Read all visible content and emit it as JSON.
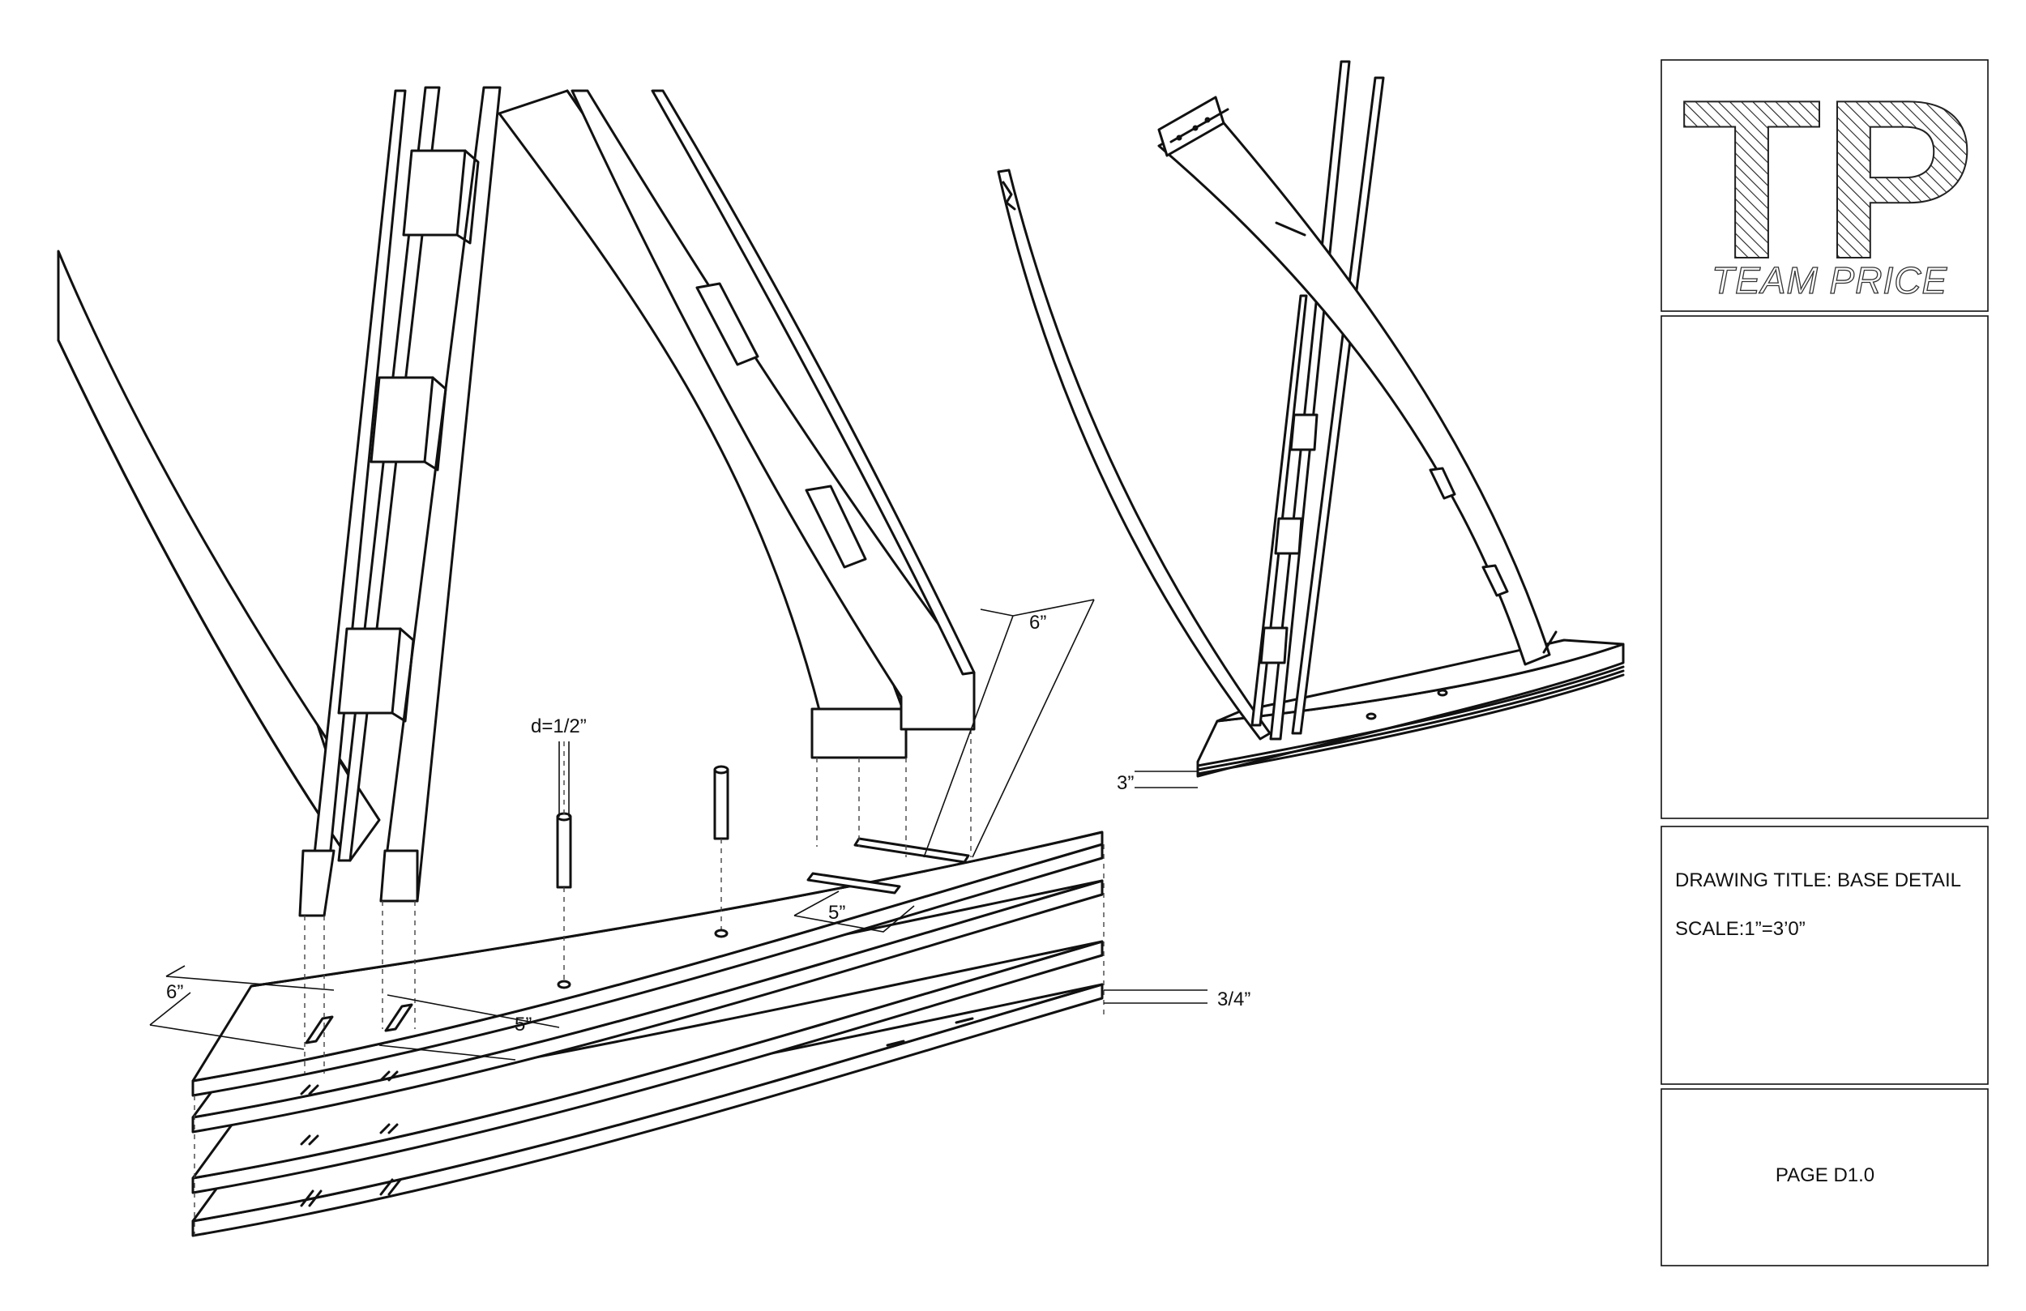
{
  "title_block": {
    "logo_letters": "TP",
    "logo_name": "TEAM  PRICE",
    "drawing_title": "DRAWING TITLE: BASE DETAIL",
    "scale": "SCALE:1”=3’0”",
    "page": "PAGE D1.0"
  },
  "dimensions": {
    "dowel_diameter": "d=1/2”",
    "slot_length_left": "6”",
    "slot_spacing_left": "5”",
    "slot_length_right": "6”",
    "slot_spacing_right": "5”",
    "ply_thickness": "3/4”",
    "base_height": "3”"
  }
}
